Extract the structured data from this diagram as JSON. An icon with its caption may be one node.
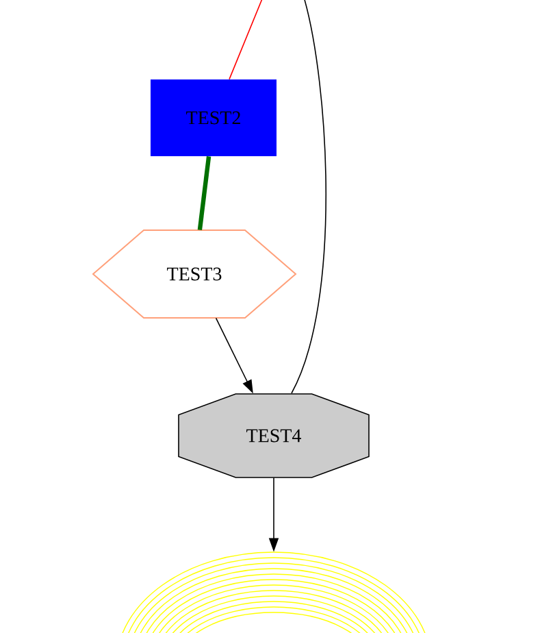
{
  "diagram": {
    "nodes": [
      {
        "text": [
          "TEST2"
        ]
      },
      {
        "text": [
          "TEST3"
        ]
      },
      {
        "text": [
          "TEST4"
        ]
      },
      {
        "text": [],
        "shape": "ellipse"
      }
    ],
    "edges": [
      {
        "from": null,
        "to": 0,
        "arrow": "none",
        "color": "#ff0000"
      },
      {
        "from": 0,
        "to": 1,
        "arrow": "none",
        "style": "thick",
        "color": "#007000"
      },
      {
        "from": 1,
        "to": 2,
        "arrow": "to"
      },
      {
        "from": null,
        "to": 2,
        "arrow": "none"
      },
      {
        "from": 2,
        "to": 3,
        "arrow": "to"
      }
    ]
  }
}
